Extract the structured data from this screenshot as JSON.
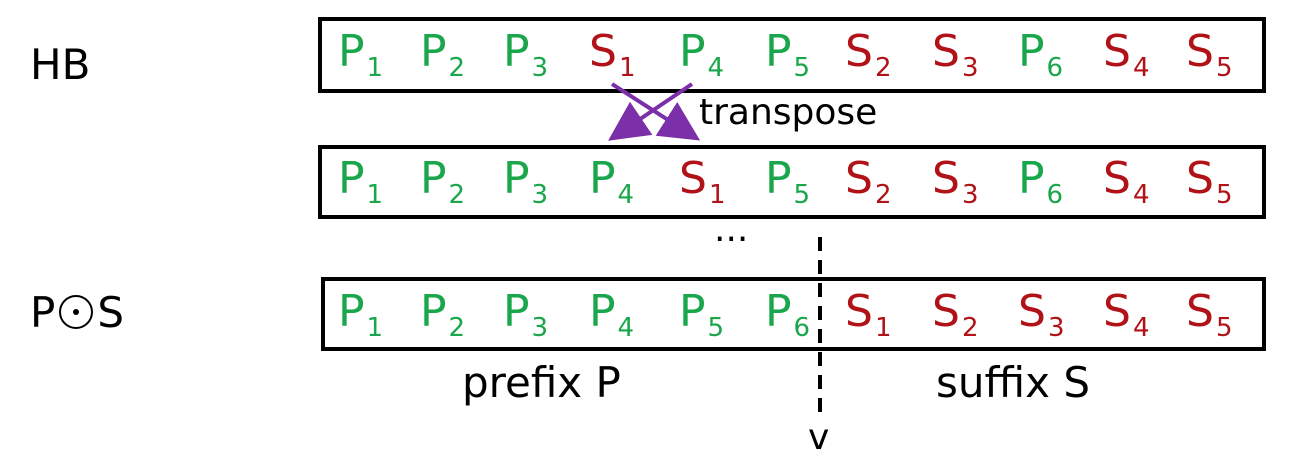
{
  "rows": {
    "hb": {
      "label": "HB",
      "tokens": [
        {
          "letter": "P",
          "sub": "1",
          "kind": "p"
        },
        {
          "letter": "P",
          "sub": "2",
          "kind": "p"
        },
        {
          "letter": "P",
          "sub": "3",
          "kind": "p"
        },
        {
          "letter": "S",
          "sub": "1",
          "kind": "s"
        },
        {
          "letter": "P",
          "sub": "4",
          "kind": "p"
        },
        {
          "letter": "P",
          "sub": "5",
          "kind": "p"
        },
        {
          "letter": "S",
          "sub": "2",
          "kind": "s"
        },
        {
          "letter": "S",
          "sub": "3",
          "kind": "s"
        },
        {
          "letter": "P",
          "sub": "6",
          "kind": "p"
        },
        {
          "letter": "S",
          "sub": "4",
          "kind": "s"
        },
        {
          "letter": "S",
          "sub": "5",
          "kind": "s"
        }
      ]
    },
    "transposed": {
      "tokens": [
        {
          "letter": "P",
          "sub": "1",
          "kind": "p"
        },
        {
          "letter": "P",
          "sub": "2",
          "kind": "p"
        },
        {
          "letter": "P",
          "sub": "3",
          "kind": "p"
        },
        {
          "letter": "P",
          "sub": "4",
          "kind": "p"
        },
        {
          "letter": "S",
          "sub": "1",
          "kind": "s"
        },
        {
          "letter": "P",
          "sub": "5",
          "kind": "p"
        },
        {
          "letter": "S",
          "sub": "2",
          "kind": "s"
        },
        {
          "letter": "S",
          "sub": "3",
          "kind": "s"
        },
        {
          "letter": "P",
          "sub": "6",
          "kind": "p"
        },
        {
          "letter": "S",
          "sub": "4",
          "kind": "s"
        },
        {
          "letter": "S",
          "sub": "5",
          "kind": "s"
        }
      ]
    },
    "pos": {
      "label_left": "P",
      "label_right": "S",
      "tokens": [
        {
          "letter": "P",
          "sub": "1",
          "kind": "p"
        },
        {
          "letter": "P",
          "sub": "2",
          "kind": "p"
        },
        {
          "letter": "P",
          "sub": "3",
          "kind": "p"
        },
        {
          "letter": "P",
          "sub": "4",
          "kind": "p"
        },
        {
          "letter": "P",
          "sub": "5",
          "kind": "p"
        },
        {
          "letter": "P",
          "sub": "6",
          "kind": "p"
        },
        {
          "letter": "S",
          "sub": "1",
          "kind": "s"
        },
        {
          "letter": "S",
          "sub": "2",
          "kind": "s"
        },
        {
          "letter": "S",
          "sub": "3",
          "kind": "s"
        },
        {
          "letter": "S",
          "sub": "4",
          "kind": "s"
        },
        {
          "letter": "S",
          "sub": "5",
          "kind": "s"
        }
      ]
    }
  },
  "transpose_label": "transpose",
  "ellipsis": "···",
  "prefix_label": "prefix P",
  "suffix_label": "suffix S",
  "split_label": "v",
  "colors": {
    "prefix": "#1aa64a",
    "suffix": "#b01217",
    "arrow": "#7b2fa8",
    "border": "#000000"
  }
}
